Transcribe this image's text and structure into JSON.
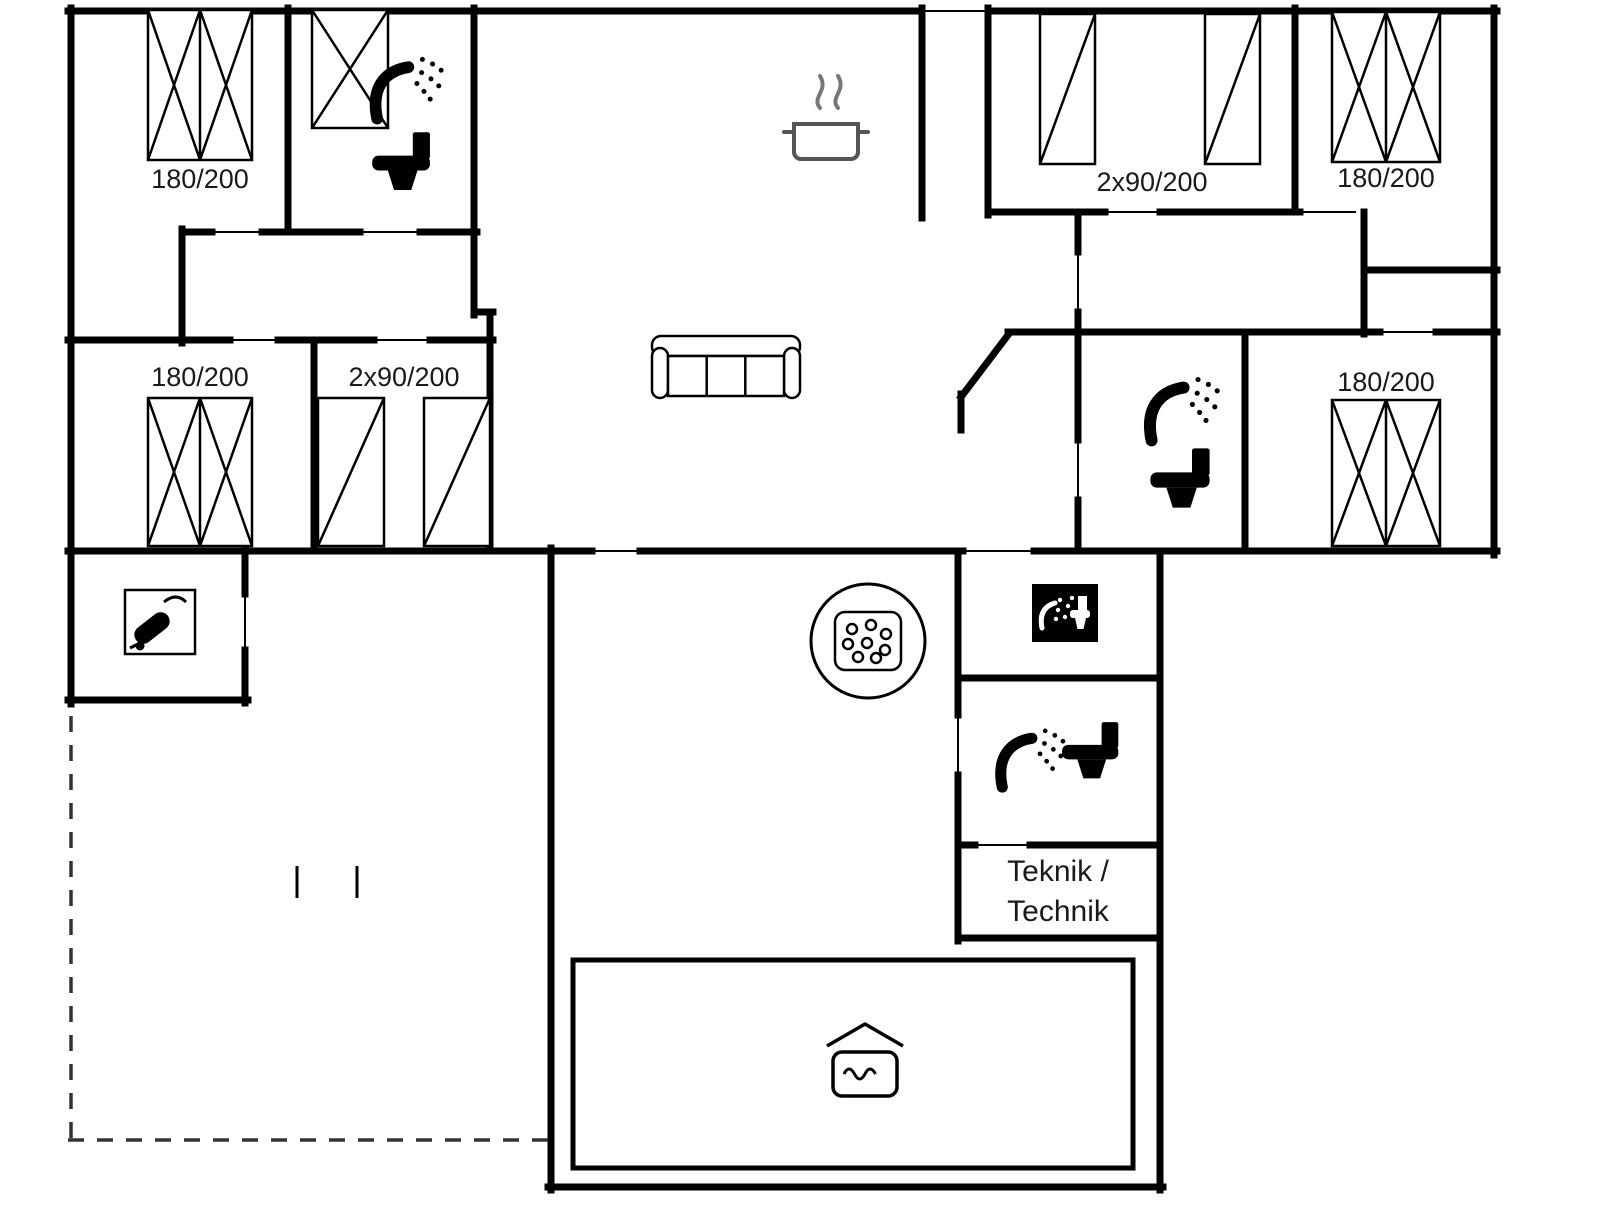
{
  "floor_plan": {
    "labels": {
      "double_bed": "180/200",
      "twin_beds": "2x90/200",
      "utility_room_line1": "Teknik /",
      "utility_room_line2": "Technik"
    },
    "colors": {
      "walls": "#000000",
      "background": "#ffffff",
      "kitchen_icon_gray": "#666666"
    },
    "icons": {
      "shower": "shower-icon",
      "toilet": "toilet-icon",
      "sofa": "sofa-icon",
      "cooking_pot": "cooking-pot-icon",
      "whirlpool": "whirlpool-icon",
      "bathroom_pictogram": "washing-machine-icon",
      "vacuum_cleaner": "vacuum-cleaner-icon",
      "swimming_pool": "pool-icon"
    }
  }
}
